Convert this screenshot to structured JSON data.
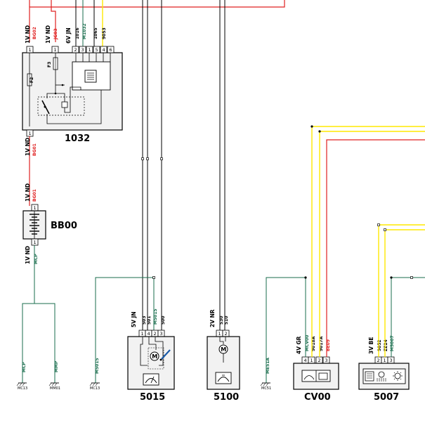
{
  "colors": {
    "red": "#e02020",
    "green": "#1a6e4e",
    "yellow": "#ffe800",
    "black": "#000000",
    "box_fill": "#f2f2f2",
    "box_stroke": "#000000"
  },
  "components": {
    "c1032": {
      "id": "1032",
      "connector_top": "1V ND",
      "connector_top2": "1V ND",
      "connector_top3": "6V JN",
      "connector_bottom": "1V ND",
      "fuse_a": "F2",
      "fuse_b": "F3"
    },
    "bb00": {
      "id": "BB00",
      "connector_top": "1V ND",
      "connector_bottom": "1V ND"
    },
    "c5015": {
      "id": "5015",
      "connector": "5V JN"
    },
    "c5100": {
      "id": "5100",
      "connector": "2V NR"
    },
    "cv00": {
      "id": "CV00",
      "connector": "4V GR"
    },
    "c5007": {
      "id": "5007",
      "connector": "3V BE"
    }
  },
  "wires": {
    "bg02": "BG02",
    "jg03": "JG03",
    "w1016": "1016",
    "m1032": "M1032",
    "w1065": "1065",
    "w9053": "9053",
    "bg01_a": "BG01",
    "bg01_b": "BG01",
    "mcp_a": "MCP",
    "mcp_b": "MCP",
    "mmp": "MMP",
    "m5015_a": "M5015",
    "m5015_b": "M5015",
    "w503": "503",
    "w501": "501",
    "w500": "500",
    "w530": "530",
    "w510": "510",
    "me51a": "ME51A",
    "mcv00": "MCV00",
    "w9018a": "9018A",
    "w9017a": "9017A",
    "be09": "BE09",
    "w9052": "9052",
    "ze24": "ZE24",
    "m5007": "M5007"
  },
  "grounds": {
    "mc13_a": "MC13",
    "mm01": "MM01",
    "mc13_b": "MC13",
    "mc51": "MC51"
  },
  "pins": {
    "p1": "1",
    "p2": "2",
    "p3": "3",
    "p4": "4",
    "p5": "5",
    "p6": "6"
  }
}
